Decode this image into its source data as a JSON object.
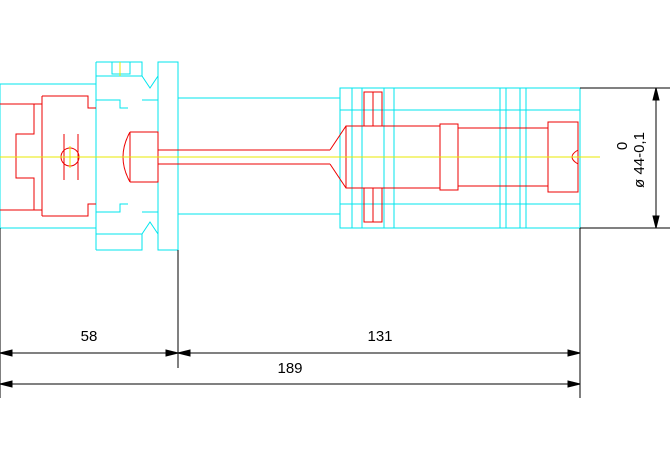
{
  "dimensions": {
    "left_length": "58",
    "right_length": "131",
    "overall_length": "189",
    "diameter_label": "ø 44-0,1",
    "tolerance_upper": "0"
  },
  "colors": {
    "outline": "#00e5ee",
    "internal": "#ee0000",
    "centerline": "#e8e800",
    "dimension": "#000000",
    "background": "#ffffff"
  }
}
